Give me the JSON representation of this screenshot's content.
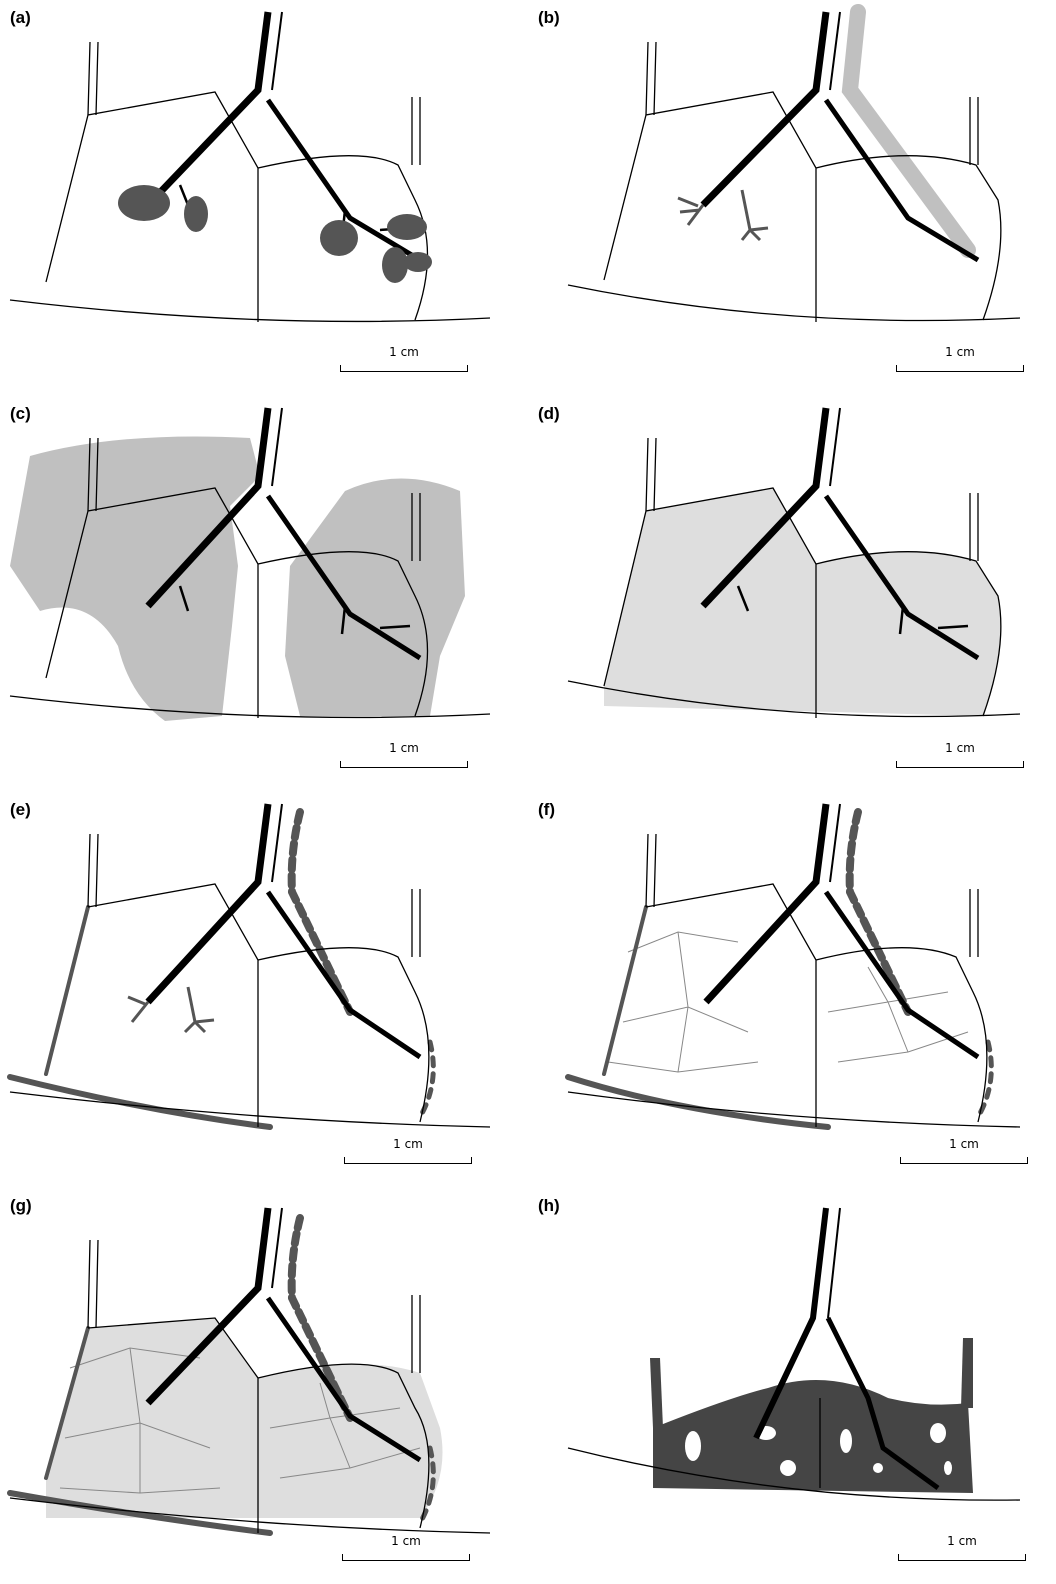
{
  "panels": [
    {
      "label": "(a)",
      "scale_label": "1 cm"
    },
    {
      "label": "(b)",
      "scale_label": "1 cm"
    },
    {
      "label": "(c)",
      "scale_label": "1 cm"
    },
    {
      "label": "(d)",
      "scale_label": "1 cm"
    },
    {
      "label": "(e)",
      "scale_label": "1 cm"
    },
    {
      "label": "(f)",
      "scale_label": "1 cm"
    },
    {
      "label": "(g)",
      "scale_label": "1 cm"
    },
    {
      "label": "(h)",
      "scale_label": "1 cm"
    }
  ],
  "colors": {
    "outline": "#000000",
    "vessel": "#000000",
    "lesion_dark": "#555555",
    "lesion_light": "#c0c0c0",
    "fill_light": "#dedede",
    "necrosis": "#454545",
    "background": "#ffffff"
  }
}
